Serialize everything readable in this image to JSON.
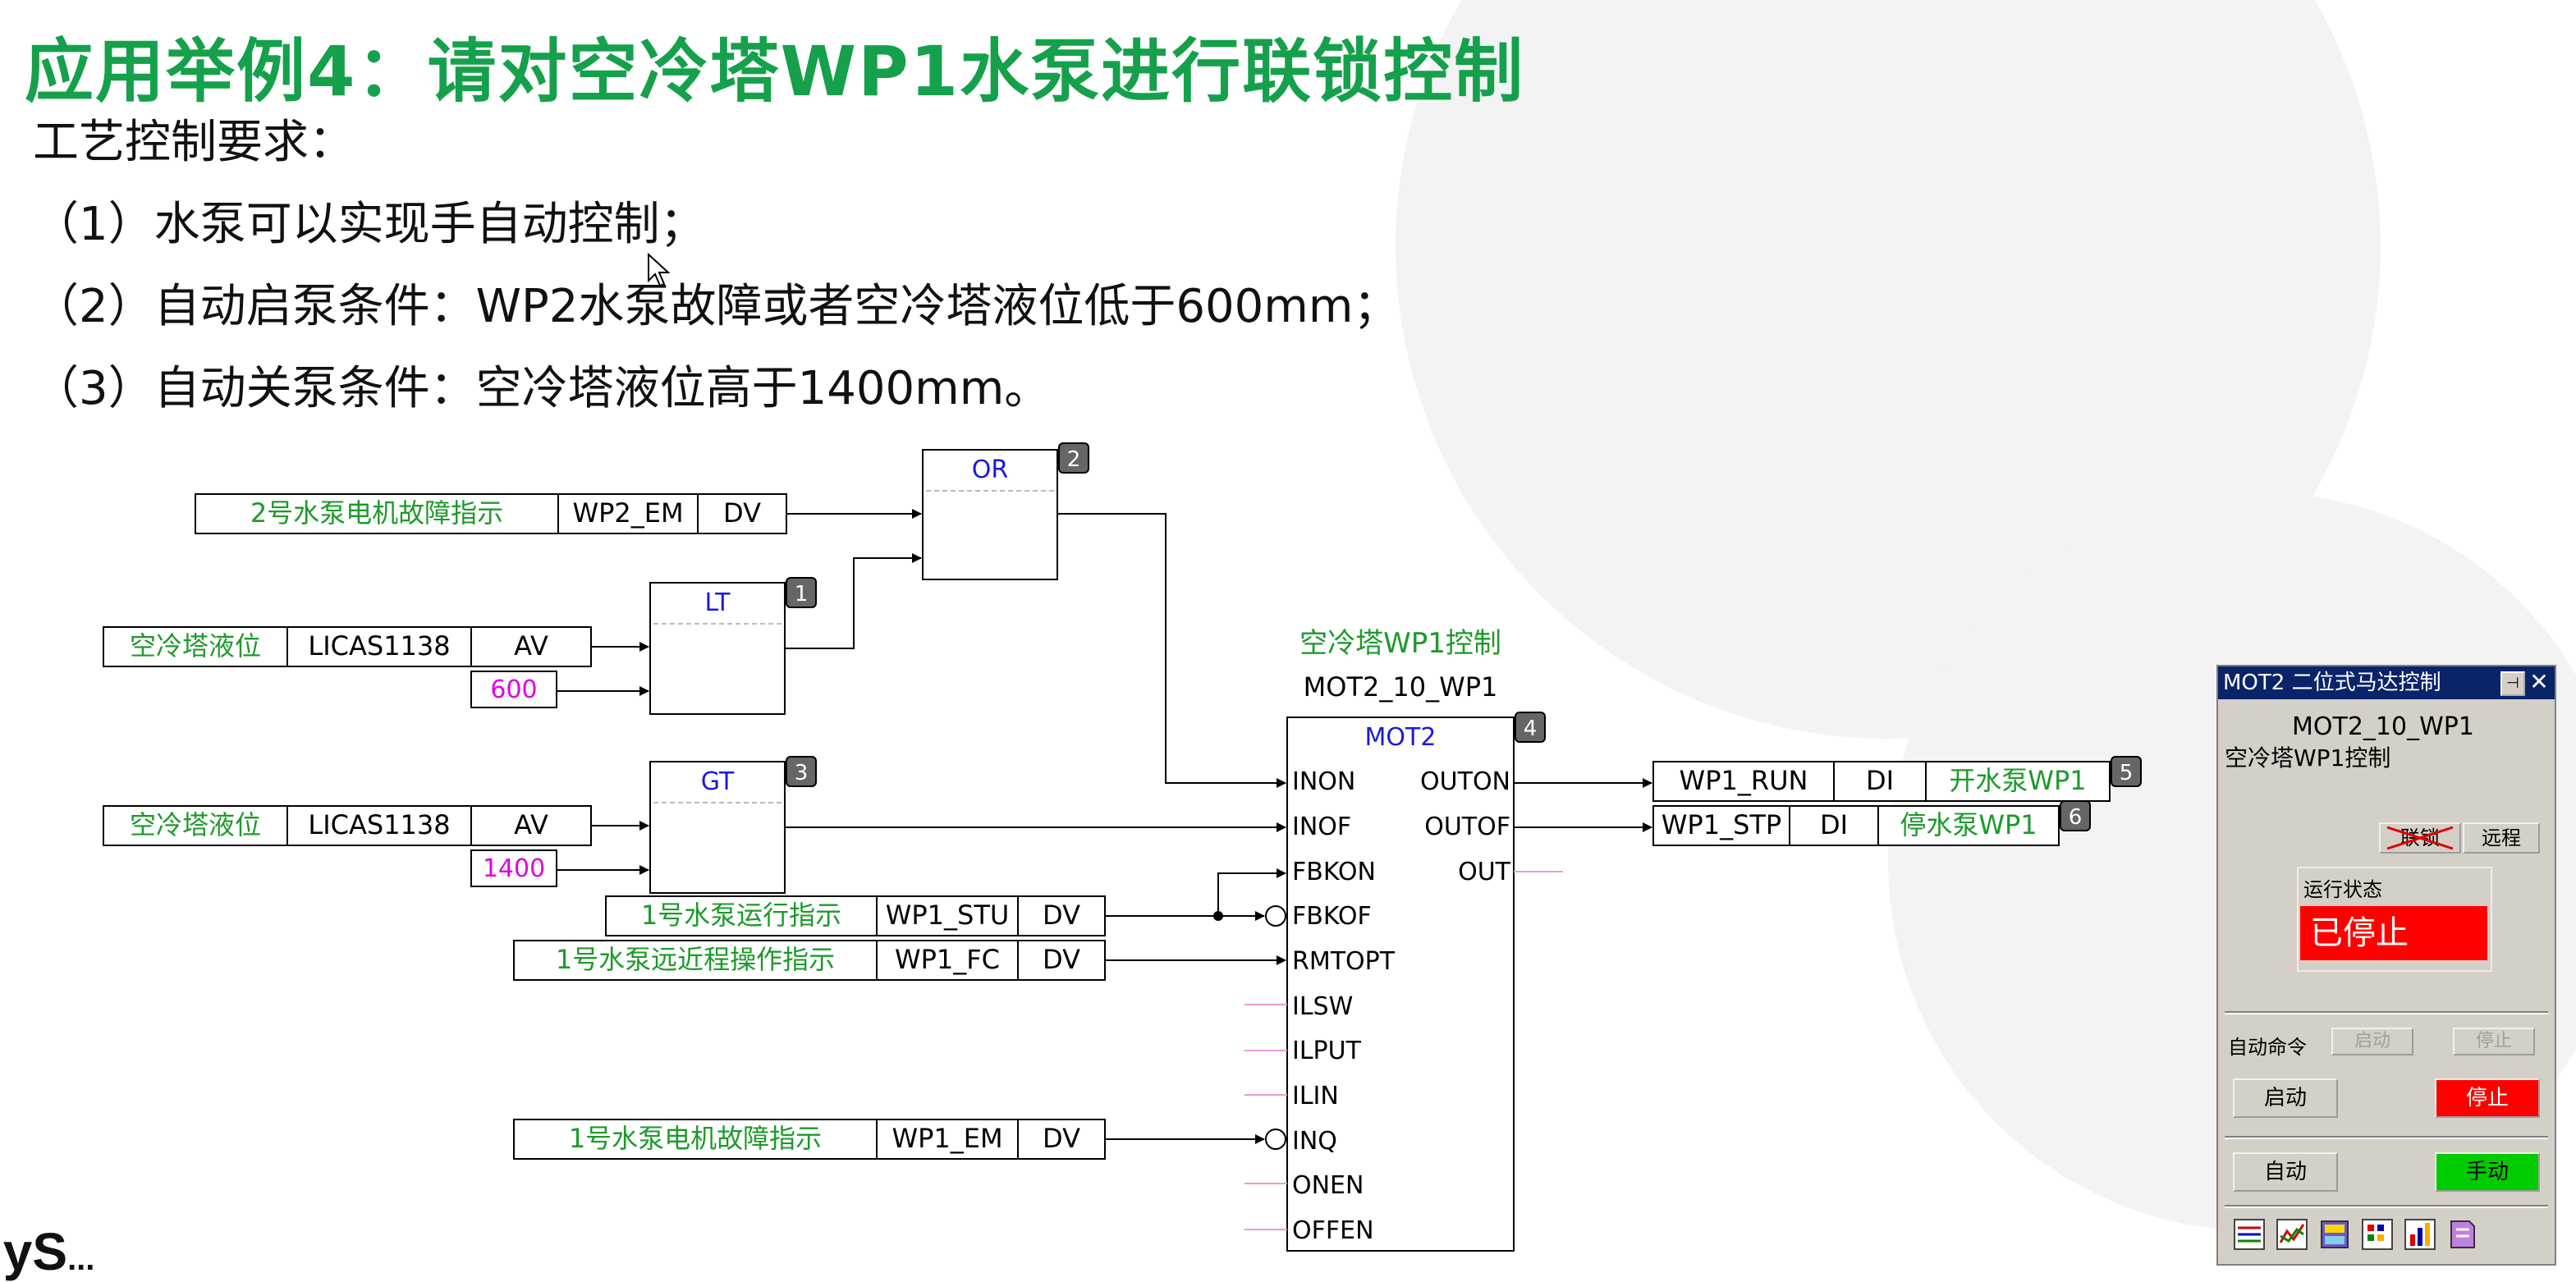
{
  "title": "应用举例4：请对空冷塔WP1水泵进行联锁控制",
  "requirements": {
    "heading": "工艺控制要求：",
    "items": [
      "（1）水泵可以实现手自动控制；",
      "（2）自动启泵条件：WP2水泵故障或者空冷塔液位低于600mm；",
      "（3）自动关泵条件：空冷塔液位高于1400mm。"
    ]
  },
  "diagram": {
    "inputs": {
      "wp2_em": {
        "desc": "2号水泵电机故障指示",
        "tag": "WP2_EM",
        "type": "DV"
      },
      "licas_low": {
        "desc": "空冷塔液位",
        "tag": "LICAS1138",
        "type": "AV",
        "const": "600"
      },
      "licas_high": {
        "desc": "空冷塔液位",
        "tag": "LICAS1138",
        "type": "AV",
        "const": "1400"
      },
      "wp1_stu": {
        "desc": "1号水泵运行指示",
        "tag": "WP1_STU",
        "type": "DV"
      },
      "wp1_fc": {
        "desc": "1号水泵远近程操作指示",
        "tag": "WP1_FC",
        "type": "DV"
      },
      "wp1_em": {
        "desc": "1号水泵电机故障指示",
        "tag": "WP1_EM",
        "type": "DV"
      }
    },
    "blocks": {
      "lt": {
        "name": "LT",
        "num": "1"
      },
      "or": {
        "name": "OR",
        "num": "2"
      },
      "gt": {
        "name": "GT",
        "num": "3"
      },
      "mot": {
        "name": "MOT2",
        "num": "4",
        "caption": "空冷塔WP1控制",
        "tag": "MOT2_10_WP1",
        "in_pins": [
          "INON",
          "INOF",
          "FBKON",
          "FBKOF",
          "RMTOPT",
          "ILSW",
          "ILPUT",
          "ILIN",
          "INQ",
          "ONEN",
          "OFFEN"
        ],
        "out_pins": [
          "OUTON",
          "OUTOF",
          "OUT"
        ]
      }
    },
    "outputs": {
      "run": {
        "tag": "WP1_RUN",
        "type": "DI",
        "desc": "开水泵WP1",
        "num": "5"
      },
      "stp": {
        "tag": "WP1_STP",
        "type": "DI",
        "desc": "停水泵WP1",
        "num": "6"
      }
    },
    "colors": {
      "green": "#1c9a2a",
      "blue": "#1a1adc",
      "magenta": "#e000e0",
      "pin_pink": "#e99ad6",
      "line": "#000000"
    }
  },
  "faceplate": {
    "title": "MOT2 二位式马达控制",
    "tag": "MOT2_10_WP1",
    "desc": "空冷塔WP1控制",
    "interlock_label": "联锁",
    "remote_label": "远程",
    "status_label": "运行状态",
    "status_value": "已停止",
    "auto_cmd_label": "自动命令",
    "auto_start_label": "启动",
    "auto_stop_label": "停止",
    "start_label": "启动",
    "stop_label": "停止",
    "auto_label": "自动",
    "manual_label": "手动",
    "toolbar_icons": [
      "list-icon",
      "trend-icon",
      "database-icon",
      "grid-icon",
      "chart-icon",
      "book-icon"
    ]
  }
}
